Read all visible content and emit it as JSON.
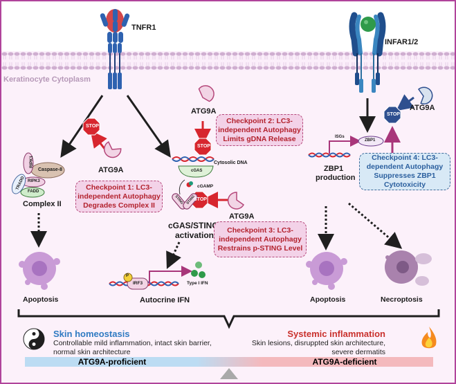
{
  "compartments": {
    "cytoplasm_label": "Keratinocyte Cytoplasm"
  },
  "receptors": {
    "left": "TNFR1",
    "right": "INFAR1/2"
  },
  "atg9a_label": "ATG9A",
  "stop_label": "STOP",
  "complex_ii": {
    "title": "Complex II",
    "proteins": [
      "RIPK1",
      "Caspase-8",
      "TRADD",
      "RIPK3",
      "FADD"
    ]
  },
  "cgas_sting": {
    "dna_label": "Cytosolic DNA",
    "cgas": "cGAS",
    "cgamp": "cGAMP",
    "sting": "STING",
    "title_line1": "cGAS/STING",
    "title_line2": "activation"
  },
  "autocrine": {
    "phospho": "P",
    "irf3": "IRF3",
    "ifn": "Type I IFN",
    "title": "Autocrine IFN"
  },
  "zbp1": {
    "isgs": "ISGs",
    "protein": "ZBP1",
    "title_line1": "ZBP1",
    "title_line2": "production"
  },
  "checkpoints": [
    {
      "lines": [
        "Checkpoint 1: LC3-",
        "independent Autophagy",
        "Degrades Complex II"
      ]
    },
    {
      "lines": [
        "Checkpoint 2: LC3-",
        "independent Autophagy",
        "Limits gDNA Release"
      ]
    },
    {
      "lines": [
        "Checkpoint 3: LC3-",
        "independent Autophagy",
        "Restrains p-STING Level"
      ]
    },
    {
      "lines": [
        "Checkpoint 4: LC3-",
        "dependent Autophagy",
        "Suppresses ZBP1",
        "Cytotoxicity"
      ]
    }
  ],
  "outcomes": {
    "apoptosis_left": "Apoptosis",
    "apoptosis_right": "Apoptosis",
    "necroptosis": "Necroptosis"
  },
  "summary": {
    "left": {
      "icon": "yin-yang-icon",
      "title": "Skin homeostasis",
      "desc_line1": "Controllable mild inflammation, intact skin barrier,",
      "desc_line2": "normal skin architecture",
      "bar": "ATG9A-proficient",
      "color": "#2f7ac2"
    },
    "right": {
      "icon": "fire-icon",
      "title": "Systemic inflammation",
      "desc_line1": "Skin lesions, disruppted skin architecture,",
      "desc_line2": "severe dermatits",
      "bar": "ATG9A-deficient",
      "color": "#c9302c"
    }
  },
  "colors": {
    "frame": "#b0449b",
    "stop_red": "#d7262e",
    "stop_blue": "#2e4f8f",
    "arrow_red": "#d7262e",
    "arrow_dark": "#1f1f1f",
    "magenta_arrow": "#a8367a",
    "proficient_bar": "#bcdcf3",
    "deficient_bar": "#f4b9bd"
  }
}
